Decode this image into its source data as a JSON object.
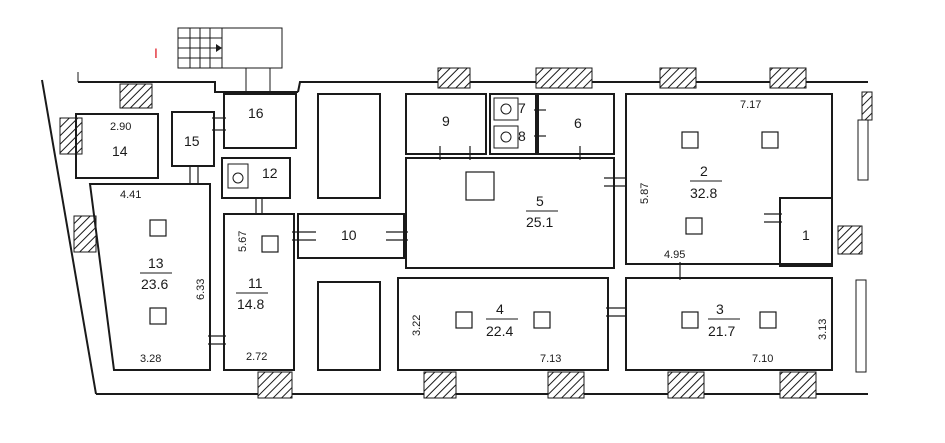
{
  "rooms": [
    {
      "number": "1",
      "area": ""
    },
    {
      "number": "2",
      "area": "32.8"
    },
    {
      "number": "3",
      "area": "21.7"
    },
    {
      "number": "4",
      "area": "22.4"
    },
    {
      "number": "5",
      "area": "25.1"
    },
    {
      "number": "6",
      "area": ""
    },
    {
      "number": "7",
      "area": ""
    },
    {
      "number": "8",
      "area": ""
    },
    {
      "number": "9",
      "area": ""
    },
    {
      "number": "10",
      "area": ""
    },
    {
      "number": "11",
      "area": "14.8"
    },
    {
      "number": "12",
      "area": ""
    },
    {
      "number": "13",
      "area": "23.6"
    },
    {
      "number": "14",
      "area": ""
    },
    {
      "number": "15",
      "area": ""
    },
    {
      "number": "16",
      "area": ""
    }
  ],
  "dimensions": [
    "2.90",
    "4.41",
    "6.33",
    "3.28",
    "5.67",
    "2.72",
    "3.22",
    "7.13",
    "5.87",
    "7.17",
    "4.95",
    "3.13",
    "7.10"
  ],
  "marker": "I",
  "colors": {
    "lines": "#1a1a1a",
    "background": "#ffffff",
    "marker": "#e0202a"
  }
}
